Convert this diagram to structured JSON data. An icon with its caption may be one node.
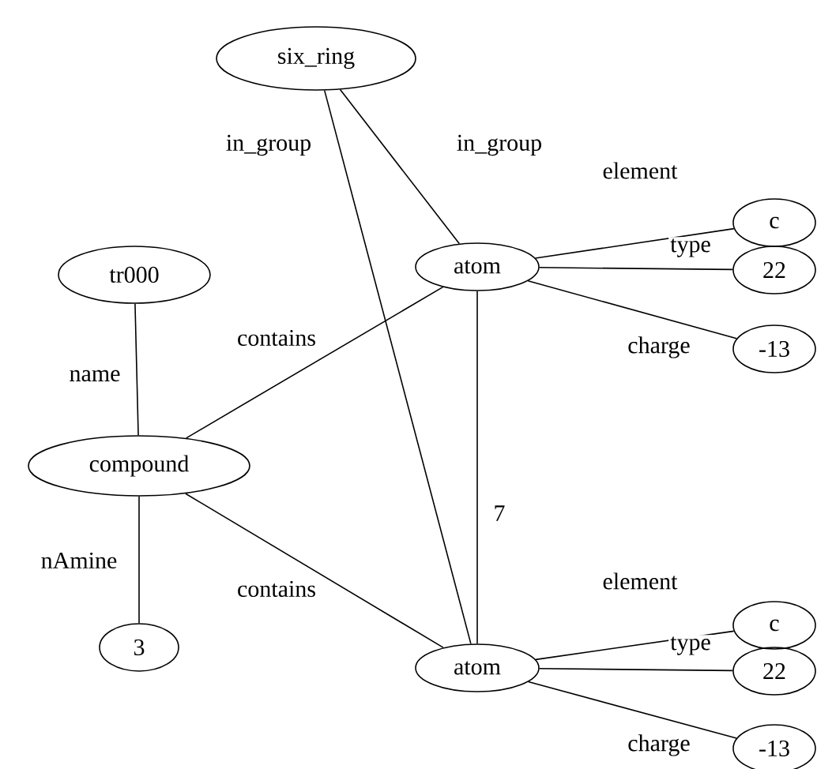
{
  "diagram": {
    "nodes": [
      {
        "text": [
          "six_ring"
        ]
      },
      {
        "text": [
          "tr000"
        ]
      },
      {
        "text": [
          "atom"
        ]
      },
      {
        "text": [
          "c"
        ]
      },
      {
        "text": [
          "22"
        ]
      },
      {
        "text": [
          "-13"
        ]
      },
      {
        "text": [
          "compound"
        ]
      },
      {
        "text": [
          "3"
        ]
      },
      {
        "text": [
          "atom"
        ]
      },
      {
        "text": [
          "c"
        ]
      },
      {
        "text": [
          "22"
        ]
      },
      {
        "text": [
          "-13"
        ]
      }
    ],
    "edges": [
      {
        "from": 0,
        "to": 8,
        "arrow": "none",
        "label": "in_group"
      },
      {
        "from": 0,
        "to": 2,
        "arrow": "none",
        "label": "in_group"
      },
      {
        "from": 1,
        "to": 6,
        "arrow": "none",
        "label": "name"
      },
      {
        "from": 6,
        "to": 2,
        "arrow": "none",
        "label": "contains"
      },
      {
        "from": 2,
        "to": 3,
        "arrow": "none",
        "label": "element"
      },
      {
        "from": 2,
        "to": 4,
        "arrow": "none",
        "label": "type"
      },
      {
        "from": 2,
        "to": 5,
        "arrow": "none",
        "label": "charge"
      },
      {
        "from": 2,
        "to": 8,
        "arrow": "none",
        "label": "7"
      },
      {
        "from": 6,
        "to": 7,
        "arrow": "none",
        "label": "nAmine"
      },
      {
        "from": 6,
        "to": 8,
        "arrow": "none",
        "label": "contains"
      },
      {
        "from": 8,
        "to": 9,
        "arrow": "none",
        "label": "element"
      },
      {
        "from": 8,
        "to": 10,
        "arrow": "none",
        "label": "type"
      },
      {
        "from": 8,
        "to": 11,
        "arrow": "none",
        "label": "charge"
      }
    ]
  }
}
